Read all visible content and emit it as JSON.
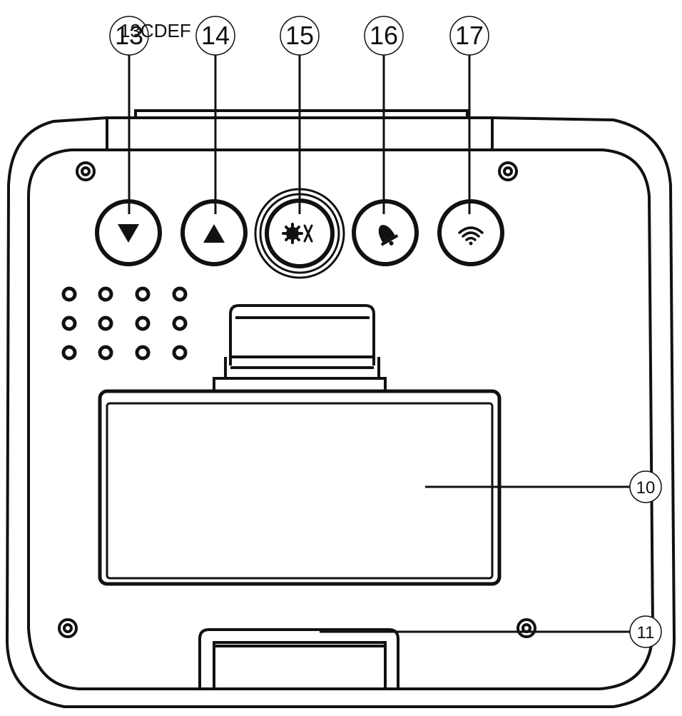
{
  "figure": {
    "top_label": "13CDEF",
    "callouts": {
      "c13": "13",
      "c14": "14",
      "c15": "15",
      "c16": "16",
      "c17": "17",
      "c10": "10",
      "c11": "11"
    }
  },
  "icons": {
    "down": "triangle-down-icon",
    "up": "triangle-up-icon",
    "settings": "gear-wrench-icon",
    "bell": "bell-icon",
    "wifi": "wifi-icon"
  },
  "colors": {
    "stroke": "#111111",
    "background": "#ffffff"
  }
}
